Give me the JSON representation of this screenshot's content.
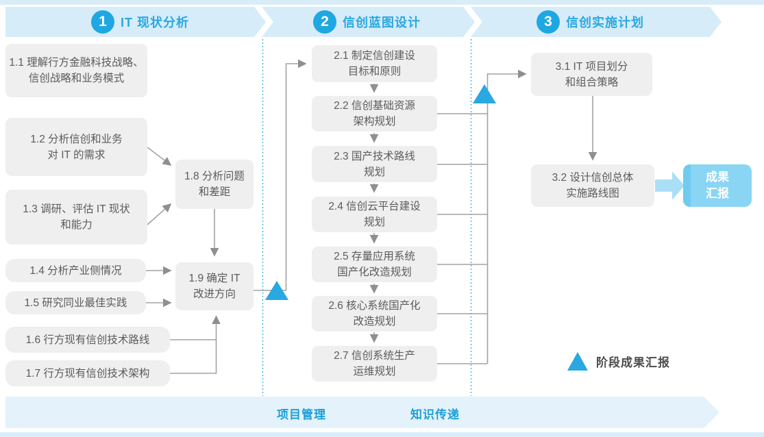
{
  "phases": [
    {
      "number": "1",
      "title": "IT 现状分析"
    },
    {
      "number": "2",
      "title": "信创蓝图设计"
    },
    {
      "number": "3",
      "title": "信创实施计划"
    }
  ],
  "steps": {
    "p1": [
      {
        "id": "1.1",
        "label": "1.1 理解行方金融科技战略、\n信创战略和业务模式"
      },
      {
        "id": "1.2",
        "label": "1.2 分析信创和业务\n对 IT 的需求"
      },
      {
        "id": "1.3",
        "label": "1.3 调研、评估 IT 现状\n和能力"
      },
      {
        "id": "1.4",
        "label": "1.4 分析产业侧情况"
      },
      {
        "id": "1.5",
        "label": "1.5 研究同业最佳实践"
      },
      {
        "id": "1.6",
        "label": "1.6 行方现有信创技术路线"
      },
      {
        "id": "1.7",
        "label": "1.7 行方现有信创技术架构"
      },
      {
        "id": "1.8",
        "label": "1.8 分析问题\n和差距"
      },
      {
        "id": "1.9",
        "label": "1.9 确定 IT\n改进方向"
      }
    ],
    "p2": [
      {
        "id": "2.1",
        "label": "2.1 制定信创建设\n目标和原则"
      },
      {
        "id": "2.2",
        "label": "2.2 信创基础资源\n架构规划"
      },
      {
        "id": "2.3",
        "label": "2.3 国产技术路线\n规划"
      },
      {
        "id": "2.4",
        "label": "2.4 信创云平台建设\n规划"
      },
      {
        "id": "2.5",
        "label": "2.5 存量应用系统\n国产化改造规划"
      },
      {
        "id": "2.6",
        "label": "2.6 核心系统国产化\n改造规划"
      },
      {
        "id": "2.7",
        "label": "2.7 信创系统生产\n运维规划"
      }
    ],
    "p3": [
      {
        "id": "3.1",
        "label": "3.1 IT 项目划分\n和组合策略"
      },
      {
        "id": "3.2",
        "label": "3.2 设计信创总体\n实施路线图"
      }
    ]
  },
  "deliverable": {
    "label": "成果\n汇报"
  },
  "legend": {
    "label": "阶段成果汇报"
  },
  "footer": {
    "items": [
      {
        "label": "项目管理"
      },
      {
        "label": "知识传递"
      }
    ]
  },
  "colors": {
    "accent": "#29a8e2",
    "band": "#d6ecf9",
    "footer_band": "#e3f2fb",
    "box_bg": "#efefef",
    "line": "#9c9c9c",
    "deliverable_fill": "#8ad5f3"
  }
}
